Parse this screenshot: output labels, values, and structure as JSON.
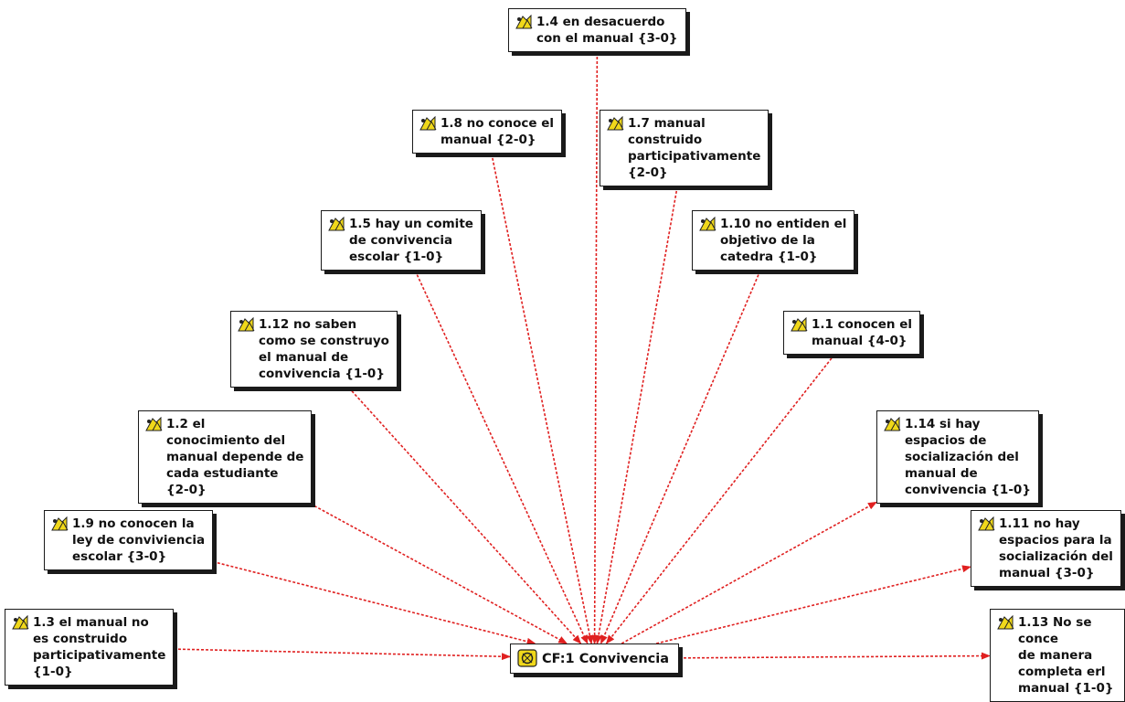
{
  "center": {
    "label": "CF:1 Convivencia",
    "icon": "code-family-icon"
  },
  "code_icon": "code-icon",
  "colors": {
    "edge": "#e02020",
    "border": "#1a1a1a",
    "icon_fill": "#f0d81a"
  },
  "codes": [
    {
      "id": "c14",
      "label": "1.4 en desacuerdo\ncon el manual {3-0}"
    },
    {
      "id": "c18",
      "label": "1.8 no conoce el\nmanual {2-0}"
    },
    {
      "id": "c17",
      "label": "1.7 manual\nconstruido\nparticipativamente\n{2-0}"
    },
    {
      "id": "c15",
      "label": "1.5 hay un comite\nde convivencia\nescolar {1-0}"
    },
    {
      "id": "c110",
      "label": "1.10 no entiden el\nobjetivo de la\ncatedra {1-0}"
    },
    {
      "id": "c112",
      "label": "1.12 no saben\ncomo se construyo\nel manual de\nconvivencia {1-0}"
    },
    {
      "id": "c11",
      "label": "1.1 conocen el\nmanual {4-0}"
    },
    {
      "id": "c12",
      "label": "1.2 el\nconocimiento del\nmanual depende de\ncada estudiante\n{2-0}"
    },
    {
      "id": "c114",
      "label": "1.14 si hay\nespacios de\nsocialización del\nmanual de\nconvivencia {1-0}"
    },
    {
      "id": "c19",
      "label": "1.9 no conocen la\nley de conviviencia\nescolar {3-0}"
    },
    {
      "id": "c111",
      "label": "1.11 no hay\nespacios para la\nsocialización del\nmanual {3-0}"
    },
    {
      "id": "c13",
      "label": "1.3 el manual no\nes construido\nparticipativamente\n{1-0}"
    },
    {
      "id": "c113",
      "label": "1.13 No se conce\nde manera\ncompleta erl\nmanual {1-0}"
    }
  ],
  "edges": [
    {
      "from": "c14",
      "to": "center"
    },
    {
      "from": "c18",
      "to": "center"
    },
    {
      "from": "c17",
      "to": "center"
    },
    {
      "from": "c15",
      "to": "center"
    },
    {
      "from": "c110",
      "to": "center"
    },
    {
      "from": "c112",
      "to": "center"
    },
    {
      "from": "c11",
      "to": "center"
    },
    {
      "from": "c12",
      "to": "center"
    },
    {
      "from": "c19",
      "to": "center"
    },
    {
      "from": "c13",
      "to": "center"
    },
    {
      "from": "center",
      "to": "c114"
    },
    {
      "from": "center",
      "to": "c111"
    },
    {
      "from": "center",
      "to": "c113"
    }
  ]
}
